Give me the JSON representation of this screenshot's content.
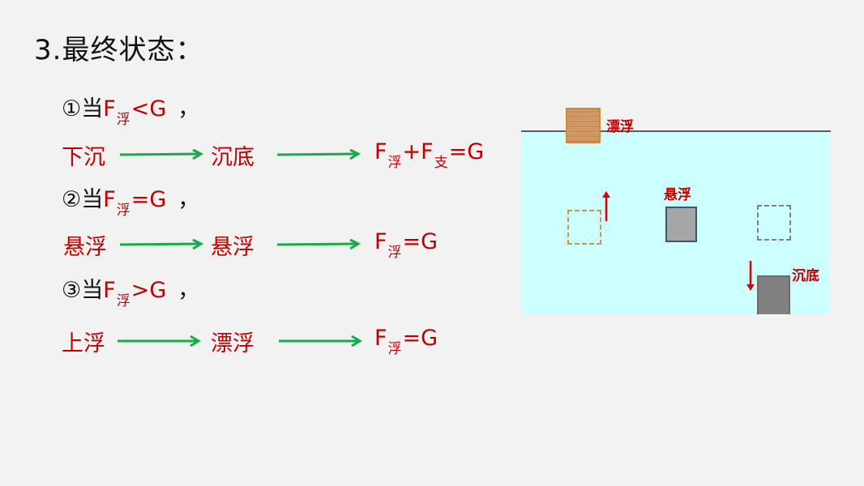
{
  "title": "3.最终状态：",
  "conditions": [
    {
      "number": "①",
      "when": "当",
      "F": "F",
      "sub": "浮",
      "relation": "<G",
      "comma": "，",
      "flow": {
        "start": "下沉",
        "middle": "沉底",
        "result": {
          "F1": "F",
          "sub1": "浮",
          "plus": "+F",
          "sub2": "支",
          "tail": "=G"
        }
      }
    },
    {
      "number": "②",
      "when": "当",
      "F": "F",
      "sub": "浮",
      "relation": "=G",
      "comma": "，",
      "flow": {
        "start": "悬浮",
        "middle": "悬浮",
        "result": {
          "F1": "F",
          "sub1": "浮",
          "tail": "=G"
        }
      }
    },
    {
      "number": "③",
      "when": "当",
      "F": "F",
      "sub": "浮",
      "relation": ">G",
      "comma": "，",
      "flow": {
        "start": "上浮",
        "middle": "漂浮",
        "result": {
          "F1": "F",
          "sub1": "浮",
          "tail": "=G"
        }
      }
    }
  ],
  "diagram": {
    "labels": {
      "floating": "漂浮",
      "suspended": "悬浮",
      "sinking": "沉底"
    },
    "colors": {
      "water": "#ccffff",
      "label": "#c00000",
      "arrow": "#e00000",
      "flow_arrow": "#1aaa4a"
    }
  }
}
